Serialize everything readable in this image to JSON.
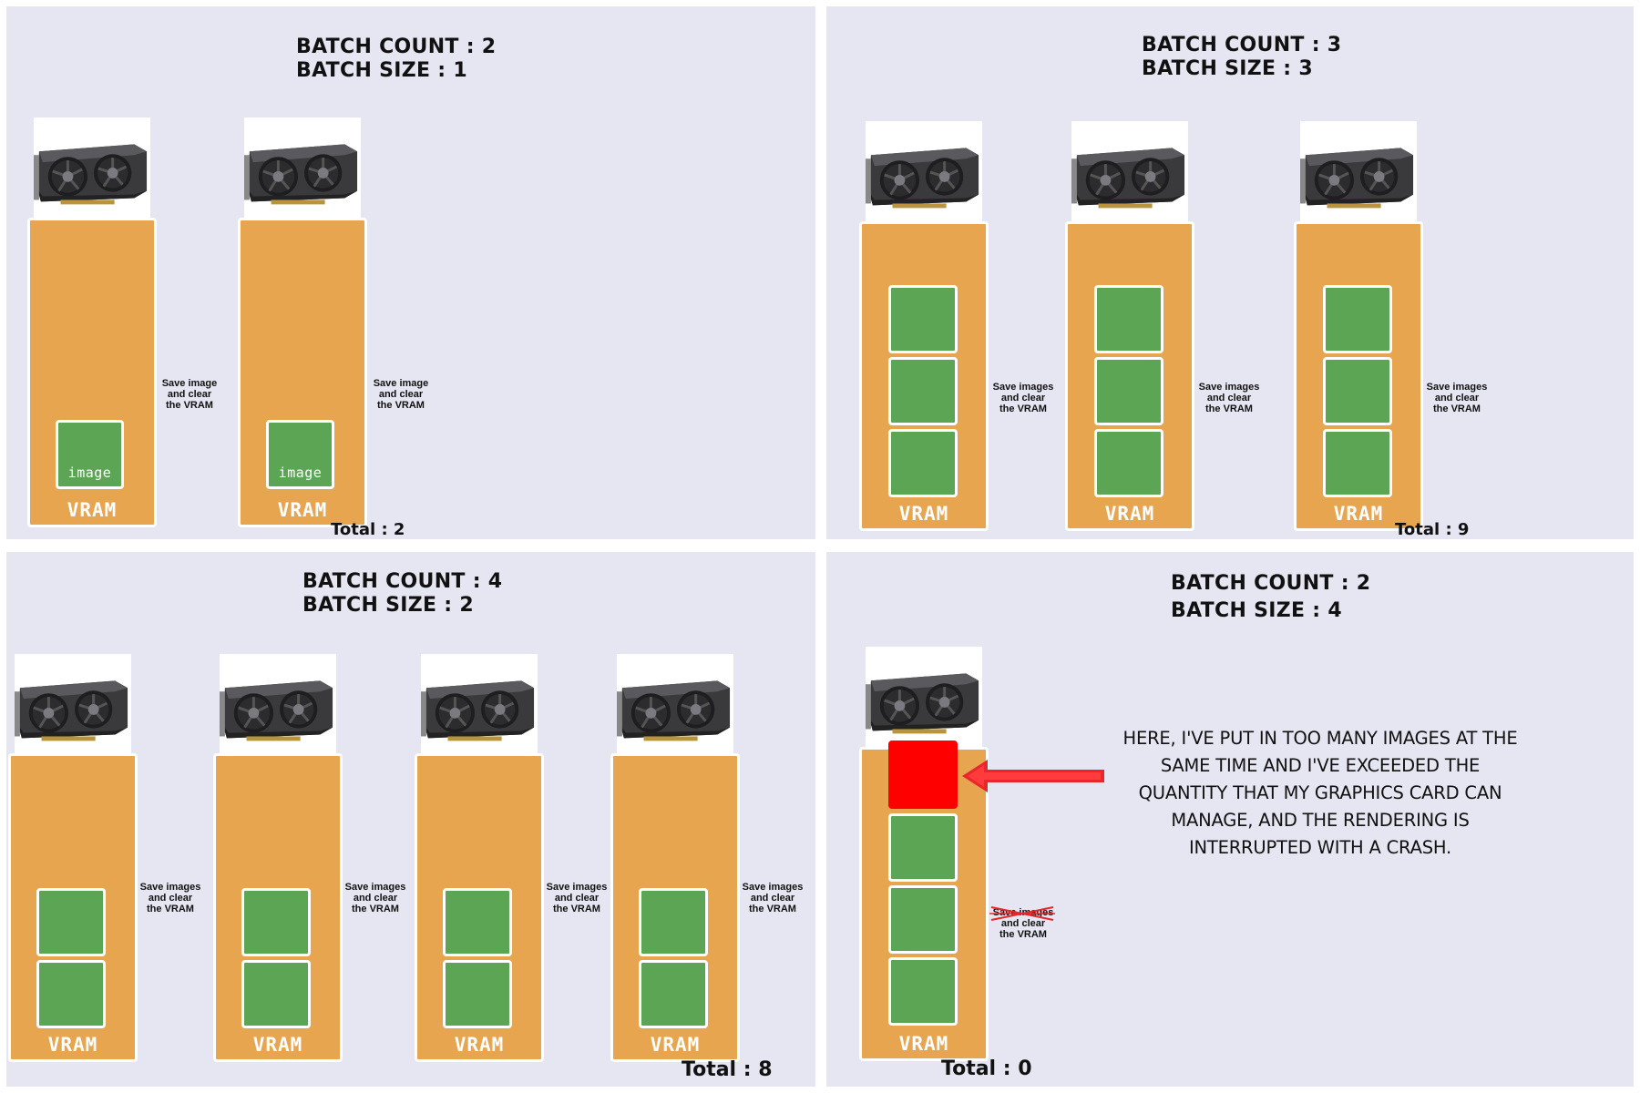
{
  "panels": {
    "p1": {
      "batch_count": "BATCH COUNT : 2",
      "batch_size": "BATCH SIZE : 1",
      "total": "Total : 2",
      "note_line1": "Save image",
      "note_line2": "and clear",
      "note_line3": "the VRAM",
      "image_label": "image",
      "vram_label": "VRAM"
    },
    "p2": {
      "batch_count": "BATCH COUNT : 3",
      "batch_size": "BATCH SIZE : 3",
      "total": "Total : 9",
      "note_line1": "Save images",
      "note_line2": "and clear",
      "note_line3": "the VRAM",
      "vram_label": "VRAM"
    },
    "p3": {
      "batch_count": "BATCH COUNT : 4",
      "batch_size": "BATCH SIZE : 2",
      "total": "Total : 8",
      "note_line1": "Save images",
      "note_line2": "and clear",
      "note_line3": "the VRAM",
      "vram_label": "VRAM"
    },
    "p4": {
      "batch_count": "BATCH COUNT : 2",
      "batch_size": "BATCH SIZE : 4",
      "total": "Total : 0",
      "note_line1": "Save images",
      "note_line2": "and clear",
      "note_line3": "the VRAM",
      "vram_label": "VRAM",
      "crash_line1": "HERE, i've PUT iN TOO MANY iMAGES AT THE",
      "crash_line2": "SAME TiME AND i've EXCEEDED THE",
      "crash_line3": "QUANTiTY THAT MY GRAPHiCS CARD CAN",
      "crash_line4": "MANAGE, AND THE RENDERiNG iS",
      "crash_line5": "iNTERRUPTED WiTH A CRASH."
    }
  },
  "colors": {
    "panel_bg": "#e6e6f2",
    "vram": "#e8a550",
    "image_ok": "#5ba554",
    "image_overflow": "#ff0000",
    "arrow": "#e8262b"
  },
  "icons": {
    "gpu": "graphics-card-icon",
    "arrow": "red-arrow-left-icon",
    "strike": "strikethrough-icon"
  }
}
